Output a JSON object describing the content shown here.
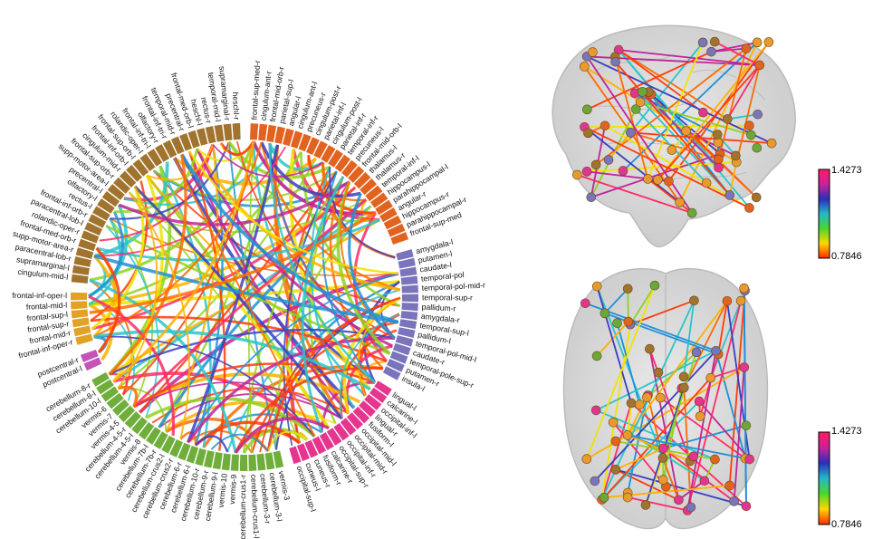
{
  "colorbar": {
    "max_label": "1.4273",
    "min_label": "0.7846",
    "stops": [
      "#ff2a00",
      "#ffd800",
      "#4bd72d",
      "#22b8c8",
      "#2d2dbb",
      "#cc2299",
      "#ff1a66"
    ]
  },
  "groups": [
    {
      "key": "frontal-left",
      "color": "#a0742e",
      "labels": [
        "cingulum-mid-l",
        "supramarginal-l",
        "paracentral-lob-r",
        "supp-motor-area-r",
        "frontal-med-orb-r",
        "rolandic-oper-r",
        "paracentral-lob-l",
        "frontal-inf-orb-r",
        "rectus-l",
        "olfactory-l",
        "precentral-l",
        "supp-motor-area-l",
        "frontal-sup-orb-r",
        "cingulum-mid-r",
        "frontal-inf-orb-l",
        "frontal-sup-orb-l",
        "rolandic-oper-l",
        "frontal-inf-tri-l",
        "olfactory-r",
        "frontal-inf-tri-r",
        "temporal-mid-r",
        "precentral-r",
        "frontal-med-orb-l",
        "heschl-l",
        "rectus-r",
        "temporal-mid-l",
        "supramarginal-r",
        "heschl-r"
      ]
    },
    {
      "key": "frontal-yellow",
      "color": "#e2a226",
      "labels": [
        "frontal-inf-oper-r",
        "frontal-mid-r",
        "frontal-sup-r",
        "frontal-sup-l",
        "frontal-mid-l",
        "frontal-inf-oper-l"
      ]
    },
    {
      "key": "postcentral",
      "color": "#c454b8",
      "labels": [
        "postcentral-l",
        "postcentral-r"
      ]
    },
    {
      "key": "cerebellum",
      "color": "#6fae3b",
      "labels": [
        "vermis-3",
        "cerebellum-3-l",
        "cerebellum-3-r",
        "cerebellum-crus1-l",
        "cerebellum-crus1-r",
        "vermis-9",
        "vermis-10",
        "cerebellum-9-l",
        "cerebellum-9-r",
        "cerebellum-10-r",
        "cerebellum-6-l",
        "cerebellum-6-r",
        "cerebellum-crus2-r",
        "cerebellum-crus2-l",
        "cerebellum-7b-r",
        "cerebellum-7b-l",
        "vermis-8",
        "cerebellum-4-5-l",
        "cerebellum-4-5-r",
        "vermis-4-5",
        "vermis-7",
        "vermis-6",
        "cerebellum-10-l",
        "cerebellum-8-l",
        "cerebellum-8-r"
      ]
    },
    {
      "key": "occipital",
      "color": "#e5358f",
      "labels": [
        "lingual-l",
        "calcarine-l",
        "occipital-inf-l",
        "lingual-r",
        "fusiform-l",
        "occipital-mid-l",
        "occipital-mid-r",
        "occipital-inf-r",
        "occipital-sup-r",
        "calcarine-r",
        "fusiform-r",
        "cuneus-r",
        "cuneus-l",
        "occipital-sup-l"
      ]
    },
    {
      "key": "temporal",
      "color": "#7a74bb",
      "labels": [
        "insula-l",
        "putamen-r",
        "temporal-pole-sup-r",
        "caudate-r",
        "temporal-pol-mid-l",
        "pallidum-l",
        "temporal-sup-l",
        "amygdala-r",
        "pallidum-r",
        "temporal-sup-r",
        "temporal-pol-mid-r",
        "temporal-pol",
        "caudate-l",
        "putamen-l",
        "amygdala-l"
      ]
    },
    {
      "key": "parietal",
      "color": "#e2631f",
      "labels": [
        "frontal-sup-med",
        "parahippocampal-r",
        "hippocampus-r",
        "angular-r",
        "parahippocampal-l",
        "hippocampus-l",
        "temporal-inf-l",
        "thalamus-r",
        "thalamus-l",
        "frontal-mid-orb-l",
        "precuneus-l",
        "temporal-inf-r",
        "parietal-inf-r",
        "cingulum-post-l",
        "parietal-inf-l",
        "cingulum-post-r",
        "precuneus-r",
        "cingulum-ant-l",
        "angular-l",
        "parietal-sup-l",
        "frontal-mid-orb-r",
        "cingulum-ant-r",
        "frontal-sup-med-r"
      ]
    }
  ]
}
